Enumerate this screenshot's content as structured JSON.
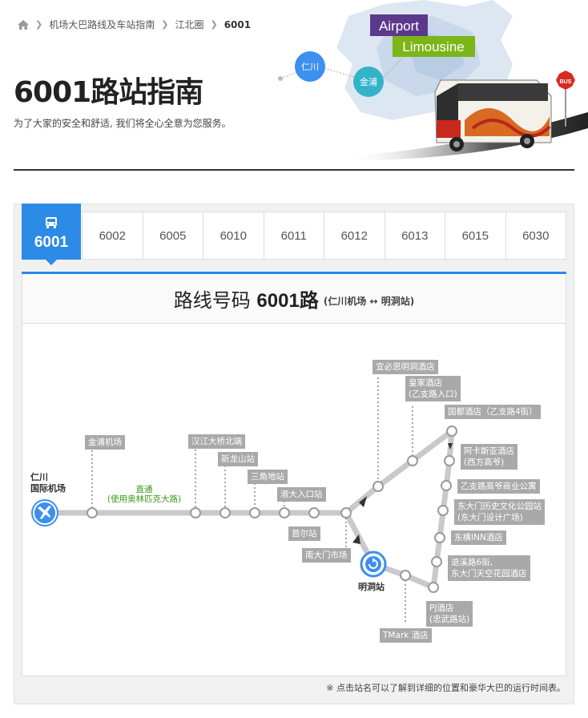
{
  "breadcrumb": {
    "items": [
      "机场大巴路线及车站指南",
      "江北圈"
    ],
    "current": "6001"
  },
  "page": {
    "title": "6001路站指南",
    "subtitle": "为了大家的安全和舒适, 我们将全心全意为您服务。"
  },
  "hero": {
    "airport": "Airport",
    "limousine": "Limousine",
    "pin1": "仁川",
    "pin2": "金浦",
    "bus_sign": "BUS"
  },
  "tabs": {
    "active": "6001",
    "items": [
      "6002",
      "6005",
      "6010",
      "6011",
      "6012",
      "6013",
      "6015",
      "6030"
    ]
  },
  "route": {
    "heading_prefix": "路线号码",
    "heading_number": "6001路",
    "heading_sub": "(仁川机场 ↔ 明洞站)"
  },
  "map": {
    "origin": "仁川\n国际机场",
    "express_note": "直通\n(使用奥林匹克大路)",
    "terminal": "明洞站",
    "stops": {
      "gimpo": "金浦机场",
      "hangang": "汉江大桥北端",
      "sinyongsan": "新龙山站",
      "samgakji": "三角地站",
      "sookdae": "淑大入口站",
      "seoul": "首尔站",
      "namdaemun": "南大门市场",
      "ibis": "宜必思明洞酒店",
      "royal": "皇家酒店\n(乙支路入口)",
      "kukdo": "国都酒店（乙支路4街）",
      "arcasia": "阿卡斯亚酒店\n(西方高爷)",
      "euljiro": "乙支路高爷商业公寓",
      "ddp": "东大门历史文化公园站\n(东大门设计广场)",
      "toyoko": "东横INN酒店",
      "toegye": "退溪路6街,\n东大门天空花园酒店",
      "pj": "PJ酒店\n(忠武路站)",
      "tmark": "TMark 酒店"
    }
  },
  "note": "※ 点击站名可以了解到详细的位置和豪华大巴的运行时间表。",
  "colors": {
    "accent": "#2b8be6",
    "airport_bg": "#5b3a8c",
    "limousine_bg": "#7cb518",
    "express_text": "#3a9a1a"
  }
}
